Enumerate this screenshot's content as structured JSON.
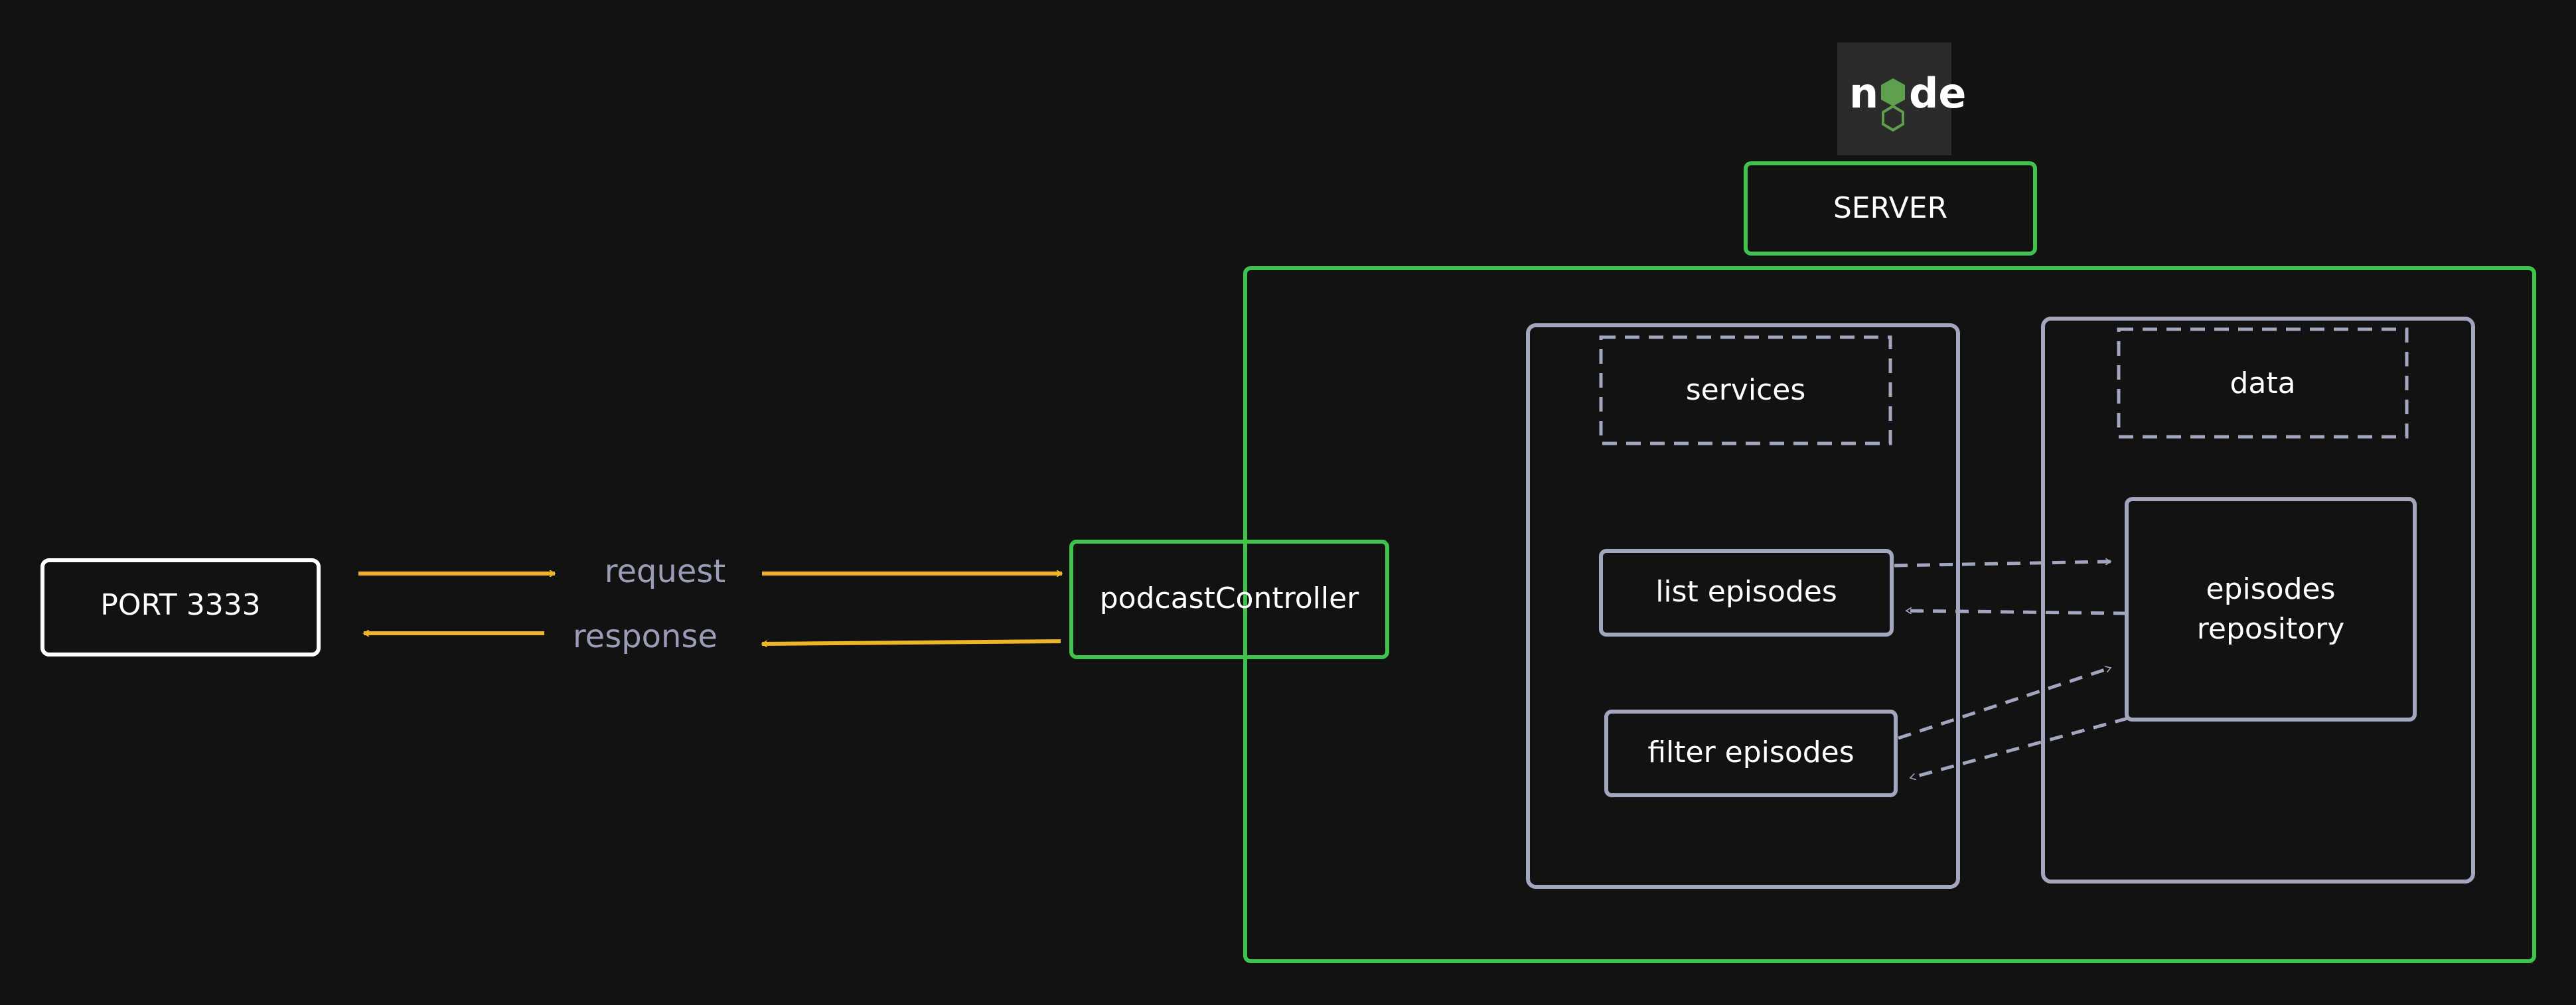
{
  "colors": {
    "background": "#121212",
    "green": "#3ec44c",
    "slate": "#a2a6bf",
    "white": "#ffffff",
    "arrow": "#f0b429",
    "flow_text": "#9a9db5"
  },
  "logo": {
    "icon": "nodejs-icon",
    "text": "node"
  },
  "nodes": {
    "port": "PORT 3333",
    "controller": "podcastController",
    "server": "SERVER",
    "services": "services",
    "data": "data",
    "list_episodes": "list episodes",
    "filter_episodes": "filter episodes",
    "repository_line1": "episodes",
    "repository_line2": "repository"
  },
  "flows": {
    "request": "request",
    "response": "response"
  }
}
